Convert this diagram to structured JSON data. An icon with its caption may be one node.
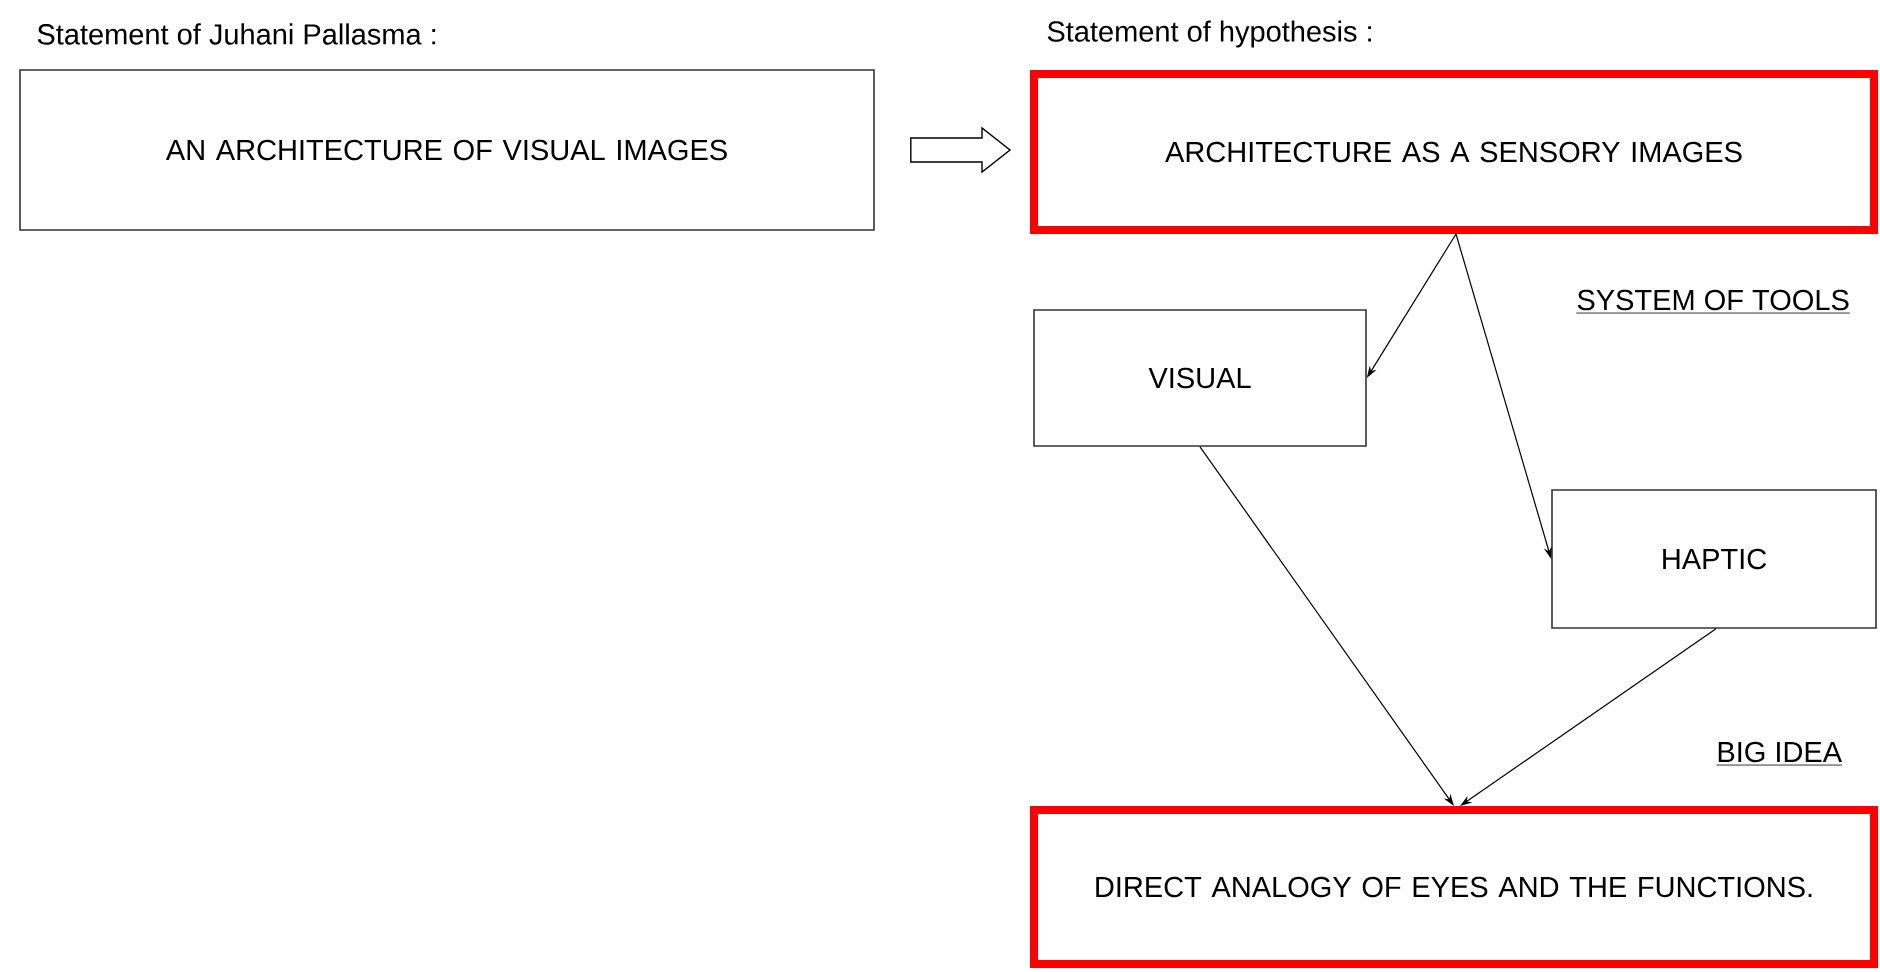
{
  "diagram": {
    "nodes": [
      {
        "text": [
          "Statement of Juhani Pallasma :",
          "AN ARCHITECTURE OF VISUAL IMAGES"
        ]
      },
      {
        "text": [
          "Statement of  hypothesis :",
          "ARCHITECTURE AS A SENSORY IMAGES"
        ]
      },
      {
        "text": [
          "VISUAL"
        ]
      },
      {
        "text": [
          "HAPTIC"
        ]
      },
      {
        "text": [
          "DIRECT ANALOGY OF EYES AND THE FUNCTIONS."
        ]
      }
    ],
    "edges": [
      {
        "from": 0,
        "to": 1,
        "arrow": "to",
        "style": "thick"
      },
      {
        "from": 1,
        "to": 2,
        "arrow": "to"
      },
      {
        "from": 1,
        "to": 3,
        "arrow": "to"
      },
      {
        "from": 2,
        "to": 4,
        "arrow": "to"
      },
      {
        "from": 3,
        "to": 4,
        "arrow": "to"
      }
    ],
    "labels": [
      "SYSTEM OF TOOLS",
      "BIG IDEA"
    ]
  }
}
